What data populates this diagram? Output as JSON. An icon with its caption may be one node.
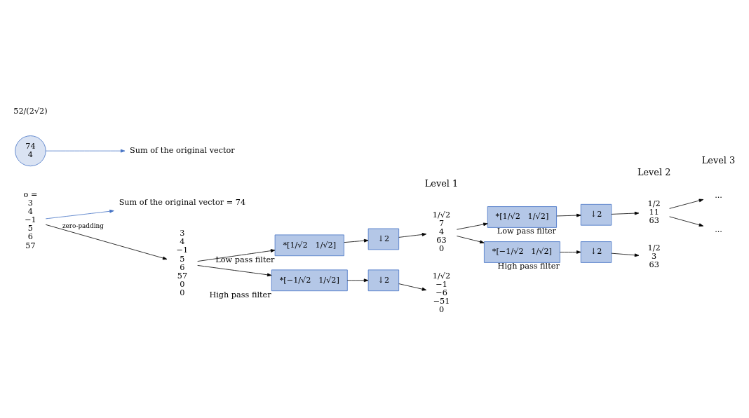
{
  "diagram": {
    "nodes": [
      {
        "text": [
          "Sum of the original vector = 74"
        ]
      },
      {
        "text": [
          "o =",
          "3",
          "4",
          "−1",
          "5",
          "6",
          "57"
        ]
      },
      {
        "text": [
          "3",
          "4",
          "−1",
          "5",
          "6",
          "57",
          "0",
          "0"
        ]
      },
      {
        "text": [
          "*[1/√2   1/√2]"
        ],
        "beside": [
          "Low pass filter"
        ]
      },
      {
        "text": [
          "↓2"
        ]
      },
      {
        "text": [
          "*[−1/√2   1/√2]"
        ],
        "beside": [
          "High pass filter"
        ]
      },
      {
        "text": [
          "↓2"
        ]
      },
      {
        "text": [
          "1/√2",
          "7",
          "4",
          "63",
          "0"
        ]
      },
      {
        "text": [
          "1/√2",
          "−1",
          "−6",
          "−51",
          "0"
        ]
      },
      {
        "text": [
          "*[1/√2   1/√2]"
        ],
        "beside": [
          "Low pass filter"
        ]
      },
      {
        "text": [
          "*[−1/√2   1/√2]"
        ],
        "beside": [
          "High pass filter"
        ]
      },
      {
        "text": [
          "↓2"
        ]
      },
      {
        "text": [
          "↓2"
        ]
      },
      {
        "text": [
          "1/2",
          "11",
          "63"
        ]
      },
      {
        "text": [
          "1/2",
          "3",
          "63"
        ]
      },
      {
        "text": [
          "..."
        ]
      },
      {
        "text": [
          "..."
        ]
      },
      {
        "text": [
          "74",
          "4"
        ]
      },
      {
        "text": [
          "52/(2√2)"
        ]
      },
      {
        "text": [
          "Sum of the original vector"
        ]
      }
    ],
    "edges": [
      {
        "from": 1,
        "to": 0,
        "arrow": "to",
        "color": "#4472c4"
      },
      {
        "from": 1,
        "to": 2,
        "arrow": "to",
        "label": "zero-padding"
      },
      {
        "from": 2,
        "to": 3,
        "arrow": "to"
      },
      {
        "from": 2,
        "to": 5,
        "arrow": "to"
      },
      {
        "from": 3,
        "to": 4,
        "arrow": "to"
      },
      {
        "from": 4,
        "to": 7,
        "arrow": "to"
      },
      {
        "from": 5,
        "to": 6,
        "arrow": "to"
      },
      {
        "from": 6,
        "to": 8,
        "arrow": "to"
      },
      {
        "from": 7,
        "to": 9,
        "arrow": "to"
      },
      {
        "from": 7,
        "to": 10,
        "arrow": "to"
      },
      {
        "from": 9,
        "to": 11,
        "arrow": "to"
      },
      {
        "from": 10,
        "to": 12,
        "arrow": "to"
      },
      {
        "from": 11,
        "to": 13,
        "arrow": "to"
      },
      {
        "from": 12,
        "to": 14,
        "arrow": "to"
      },
      {
        "from": 13,
        "to": 15,
        "arrow": "to"
      },
      {
        "from": 13,
        "to": 16,
        "arrow": "to"
      },
      {
        "from": 17,
        "to": 19,
        "arrow": "to",
        "color": "#4472c4"
      }
    ],
    "labels": [
      "Level 3",
      "Level 2",
      "Level 1"
    ]
  }
}
